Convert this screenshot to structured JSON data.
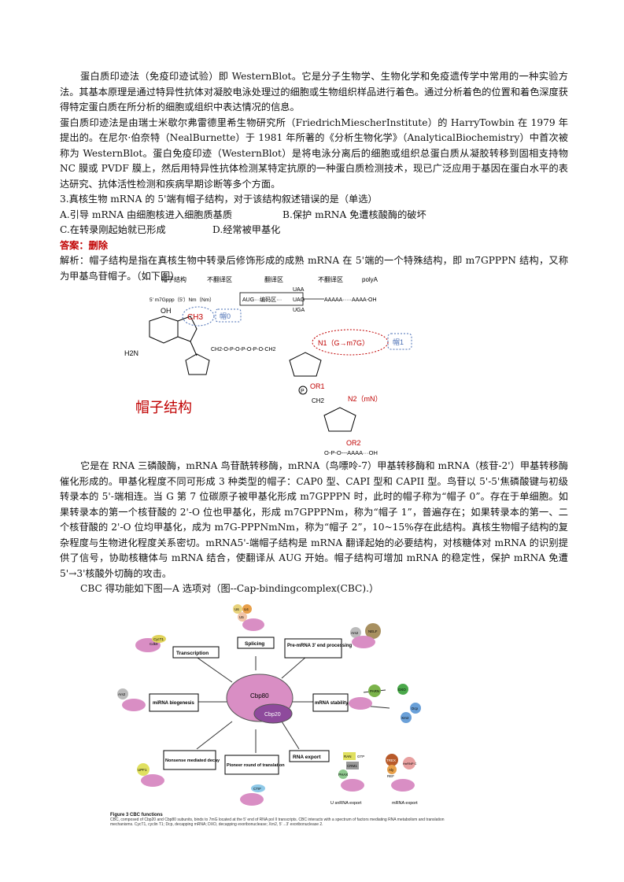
{
  "paragraphs": {
    "p1": "蛋白质印迹法（免疫印迹试验）即 WesternBlot。它是分子生物学、生物化学和免疫遗传学中常用的一种实验方法。其基本原理是通过特异性抗体对凝胶电泳处理过的细胞或生物组织样品进行着色。通过分析着色的位置和着色深度获得特定蛋白质在所分析的细胞或组织中表达情况的信息。",
    "p2": "蛋白质印迹法是由瑞士米歇尔弗雷德里希生物研究所（FriedrichMiescherInstitute）的 HarryTowbin 在 1979 年提出的。在尼尔·伯奈特（NealBurnette）于 1981 年所著的《分析生物化学》（AnalyticalBiochemistry）中首次被称为 WesternBlot。蛋白免疫印迹（WesternBlot）是将电泳分离后的细胞或组织总蛋白质从凝胶转移到固相支持物 NC 膜或 PVDF 膜上，然后用特异性抗体检测某特定抗原的一种蛋白质检测技术，现已广泛应用于基因在蛋白水平的表达研究、抗体活性检测和疾病早期诊断等多个方面。",
    "question": "3.真核生物 mRNA 的 5'端有帽子结构，对于该结构叙述错误的是（单选）",
    "opt_a": "A.引导 mRNA 由细胞核进入细胞质基质",
    "opt_b": "B.保护 mRNA 免遭核酸酶的破坏",
    "opt_c": "C.在转录刚起始就已形成",
    "opt_d": "D.经常被甲基化",
    "answer": "答案：删除",
    "analysis": "解析：帽子结构是指在真核生物中转录后修饰形成的成熟 mRNA 在 5'端的一个特殊结构，即 m7GPPPN 结构，又称为甲基鸟苷帽子。（如下图）",
    "p3": "它是在 RNA 三磷酸酶，mRNA 鸟苷酰转移酶，mRNA（鸟嘌呤-7）甲基转移酶和 mRNA（核苷-2'）甲基转移酶催化形成的。甲基化程度不同可形成 3 种类型的帽子：CAP0 型、CAPI 型和 CAPII 型。鸟苷以 5'-5'焦磷酸键与初级转录本的 5'-端相连。当 G 第 7 位碳原子被甲基化形成 m7GPPPN 时，此时的帽子称为“帽子 0”。存在于单细胞。如果转录本的第一个核苷酸的 2'-O 位也甲基化，形成 m7GPPPNm，称为“帽子 1”，普遍存在；如果转录本的第一、二个核苷酸的 2'-O 位均甲基化，成为 m7G-PPPNmNm，称为“帽子 2”，10~15%存在此结构。真核生物帽子结构的复杂程度与生物进化程度关系密切。mRNA5'-端帽子结构是 mRNA 翻译起始的必要结构，对核糖体对 mRNA 的识别提供了信号，协助核糖体与 mRNA 结合，使翻译从 AUG 开始。帽子结构可增加 mRNA 的稳定性，保护 mRNA 免遭 5'→3'核酸外切酶的攻击。",
    "p4": "CBC 得功能如下图—A 选项对（图--Cap-bindingcomplex(CBC).）"
  },
  "fig1": {
    "label_cap": "帽子结构",
    "label_utr1": "不翻译区",
    "label_coding": "翻译区",
    "label_utr2": "不翻译区",
    "label_polya": "polyA",
    "formula": "5' m7Gppp（5'）Nm（Nm）",
    "box_start": "AUG···编码区···",
    "stop1": "UAA",
    "stop2": "UAG",
    "stop3": "UGA",
    "tail": "AAAAA·····AAAA-OH",
    "oh": "OH",
    "ch3": "CH3",
    "cap0": "帽0",
    "cap1": "帽1",
    "h2n": "H2N",
    "triphos": "CH2-O-P-O-P-O-P-O-CH2",
    "n1": "N1（G→m7G）",
    "or1": "OR1",
    "p": "P",
    "ch2": "CH2",
    "n2": "N2（mN）",
    "or2": "OR2",
    "tail2": "O-P-O---AAAA···OH",
    "big_label": "帽子结构"
  },
  "fig2": {
    "center_a": "Cbp80",
    "center_b": "Cbp20",
    "transcription": "Transcription",
    "splicing": "Splicing",
    "premrna": "Pre-mRNA 3' end processing",
    "mirna": "miRNA biogenesis",
    "stability": "mRNA stability",
    "nmd": "Nonsense mediated decay",
    "pioneer": "Pioneer round of translation",
    "export": "RNA export",
    "u_export": "U snRNA export",
    "m_export": "mRNA export",
    "f_cyct1": "CycT1",
    "f_cdk9": "Cdk9",
    "f_u6": "U6",
    "f_u4": "U4",
    "f_u5": "U5",
    "f_ars2": "Ars2",
    "f_nelf": "NELF",
    "f_parn": "PARN",
    "f_dxo": "DXO",
    "f_dcp": "Dcp",
    "f_xrn2": "Xrn2",
    "f_upf1": "UPF1",
    "f_ctif": "CTIF",
    "f_ran": "RAN",
    "f_gtp": "GTP",
    "f_crm1": "CRM1",
    "f_phax": "PHAX",
    "f_trex": "TREX",
    "f_aly": "Aly",
    "f_ref": "REF",
    "f_hnrnp": "HnRNP C",
    "cap_title": "Figure 3    CBC functions",
    "cap_desc": "CBC, composed of Cbp20 and Cbp80 subunits, binds to 7mG located at the 5' end of RNA pol II transcripts. CBC interacts with a spectrum of factors mediating RNA metabolism and translation mechanisms. CycT1, cyclin T1; Dcp, decapping mRNA; DXO, decapping exoribonuclease; Xrn2, 5'→3' exoribonuclease 2."
  }
}
